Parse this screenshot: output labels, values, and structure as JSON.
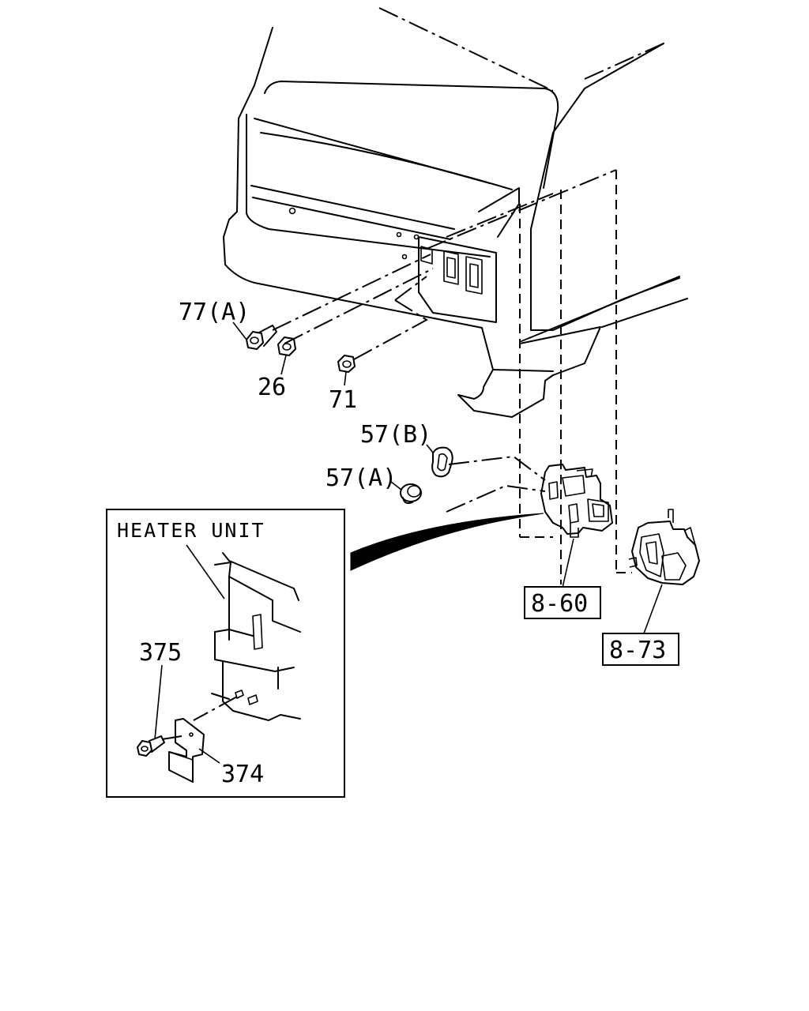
{
  "callouts": {
    "c77a": "77(A)",
    "c26": "26",
    "c71": "71",
    "c57b": "57(B)",
    "c57a": "57(A)",
    "c375": "375",
    "c374": "374"
  },
  "references": {
    "r860": "8-60",
    "r873": "8-73"
  },
  "inset": {
    "title": "HEATER UNIT"
  }
}
